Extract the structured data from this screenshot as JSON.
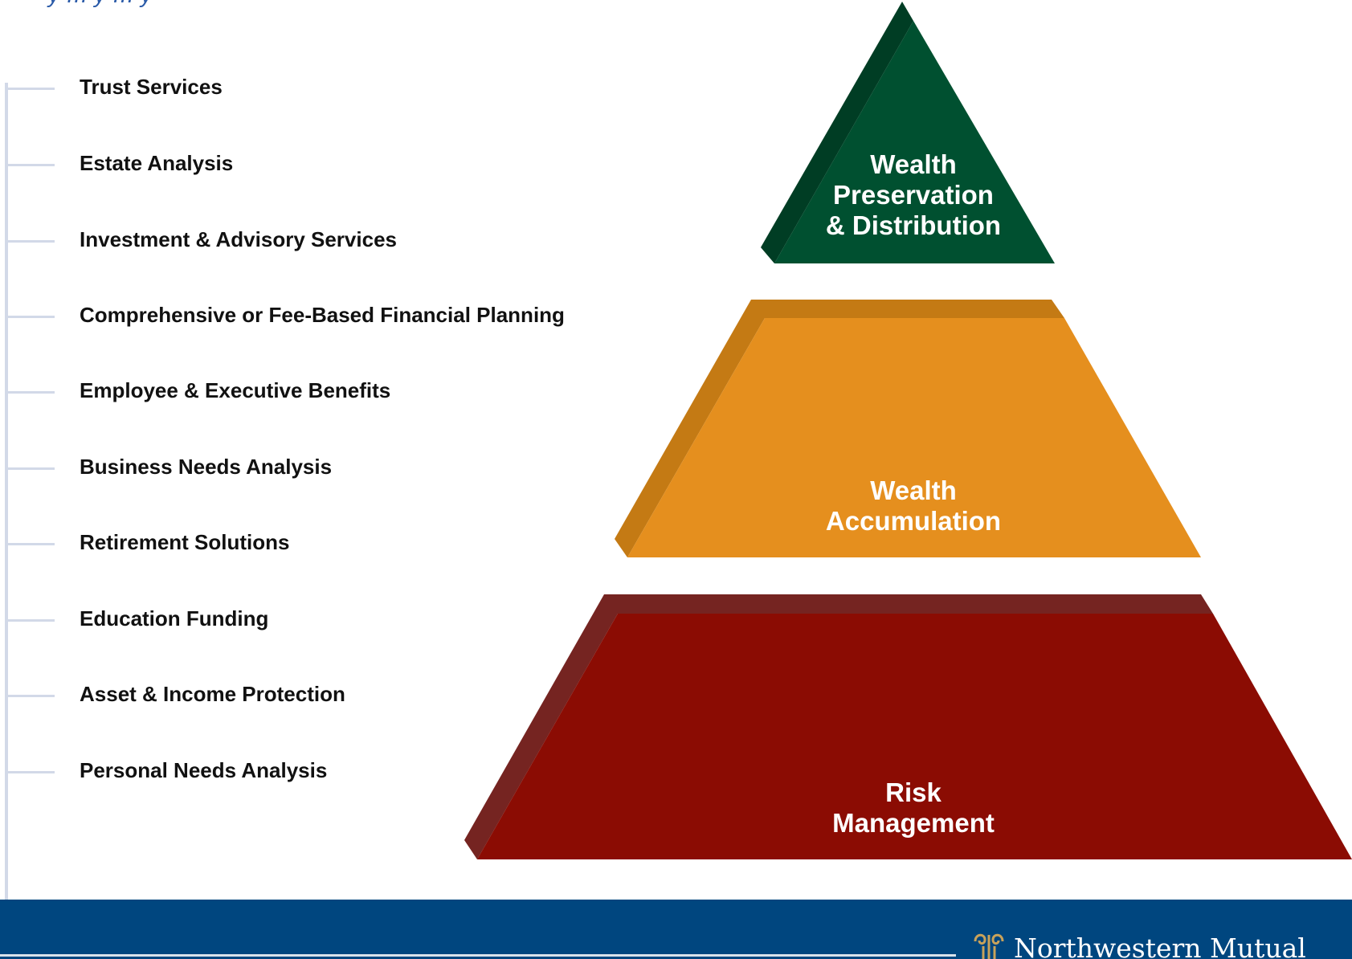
{
  "heading_fragment": "y … y … y",
  "services": [
    {
      "label": "Trust Services"
    },
    {
      "label": "Estate Analysis"
    },
    {
      "label": "Investment & Advisory Services"
    },
    {
      "label": "Comprehensive or Fee-Based Financial Planning"
    },
    {
      "label": "Employee & Executive Benefits"
    },
    {
      "label": "Business Needs Analysis"
    },
    {
      "label": "Retirement Solutions"
    },
    {
      "label": "Education Funding"
    },
    {
      "label": "Asset & Income Protection"
    },
    {
      "label": "Personal Needs Analysis"
    }
  ],
  "tiers": [
    {
      "lines": [
        "Wealth",
        "Preservation",
        "& Distribution"
      ],
      "color": "#005030",
      "shade": "#003d24"
    },
    {
      "lines": [
        "Wealth",
        "Accumulation"
      ],
      "color": "#e58f1e",
      "shade": "#c47a14"
    },
    {
      "lines": [
        "Risk",
        "Management"
      ],
      "color": "#8b0c03",
      "shade": "#752421"
    }
  ],
  "colors": {
    "rail": "#d2d9e8",
    "footer": "#00467f",
    "label_text": "#111111",
    "logo_gold": "#c8a25a"
  },
  "logo": {
    "icon": "column-capital-icon",
    "text": "Northwestern Mutual"
  }
}
